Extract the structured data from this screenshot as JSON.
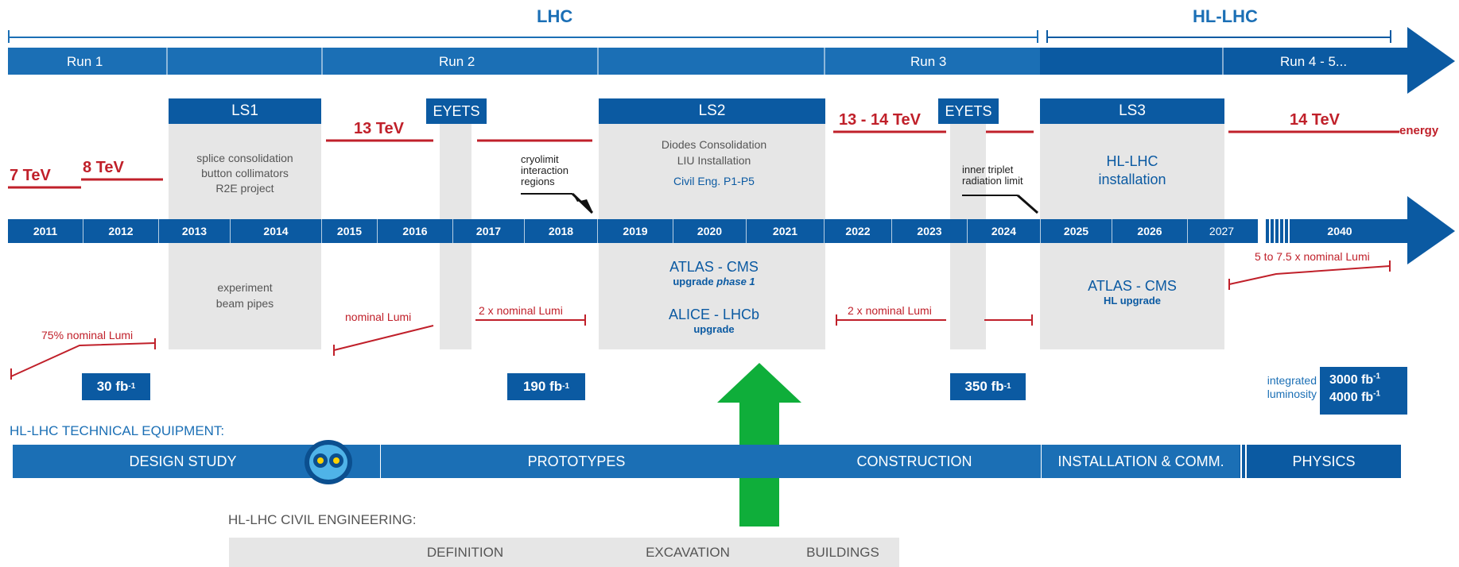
{
  "top": {
    "lhc": "LHC",
    "hllhc": "HL-LHC"
  },
  "runs": [
    "Run 1",
    "Run 2",
    "Run 3",
    "Run 4 - 5..."
  ],
  "shutdowns": {
    "ls1": "LS1",
    "eyets1": "EYETS",
    "ls2": "LS2",
    "eyets2": "EYETS",
    "ls3": "LS3"
  },
  "energy": {
    "e7": "7 TeV",
    "e8": "8 TeV",
    "e13": "13 TeV",
    "e1314": "13 - 14 TeV",
    "e14": "14 TeV",
    "label": "energy"
  },
  "ls1_notes": [
    "splice consolidation",
    "button collimators",
    "R2E project"
  ],
  "ls2_notes": [
    "Diodes Consolidation",
    "LIU Installation",
    "Civil Eng. P1-P5"
  ],
  "ls3_notes": [
    "HL-LHC",
    "installation"
  ],
  "annotations": {
    "cryo": [
      "cryolimit",
      "interaction",
      "regions"
    ],
    "triplet": [
      "inner triplet",
      "radiation limit"
    ]
  },
  "years": [
    "2011",
    "2012",
    "2013",
    "2014",
    "2015",
    "2016",
    "2017",
    "2018",
    "2019",
    "2020",
    "2021",
    "2022",
    "2023",
    "2024",
    "2025",
    "2026",
    "2027",
    "2040"
  ],
  "experiments": {
    "ls1": [
      "experiment",
      "beam pipes"
    ],
    "ls2_a": "ATLAS - CMS",
    "ls2_a_sub": "upgrade",
    "ls2_a_sub2": "phase 1",
    "ls2_b": "ALICE - LHCb",
    "ls2_b_sub": "upgrade",
    "ls3_a": "ATLAS - CMS",
    "ls3_a_sub": "HL upgrade"
  },
  "lumi_labels": {
    "l75": "75% nominal Lumi",
    "nominal": "nominal Lumi",
    "x2a": "2 x nominal Lumi",
    "x2b": "2 x nominal Lumi",
    "x5": "5 to 7.5 x nominal Lumi"
  },
  "integrated": {
    "f30": "30 fb",
    "f190": "190 fb",
    "f350": "350 fb",
    "f3000": "3000 fb",
    "f4000": "4000 fb",
    "sup": "-1",
    "label1": "integrated",
    "label2": "luminosity"
  },
  "equipment": {
    "title": "HL-LHC TECHNICAL EQUIPMENT:",
    "phases": [
      "DESIGN STUDY",
      "PROTOTYPES",
      "CONSTRUCTION",
      "INSTALLATION & COMM.",
      "PHYSICS"
    ]
  },
  "civil": {
    "title": "HL-LHC CIVIL ENGINEERING:",
    "phases": [
      "DEFINITION",
      "EXCAVATION",
      "BUILDINGS"
    ]
  },
  "colors": {
    "blue": "#0b5aa2",
    "light_blue": "#1b6fb5",
    "red": "#c0202a",
    "green": "#0fae3a",
    "grey": "#e6e6e6"
  }
}
